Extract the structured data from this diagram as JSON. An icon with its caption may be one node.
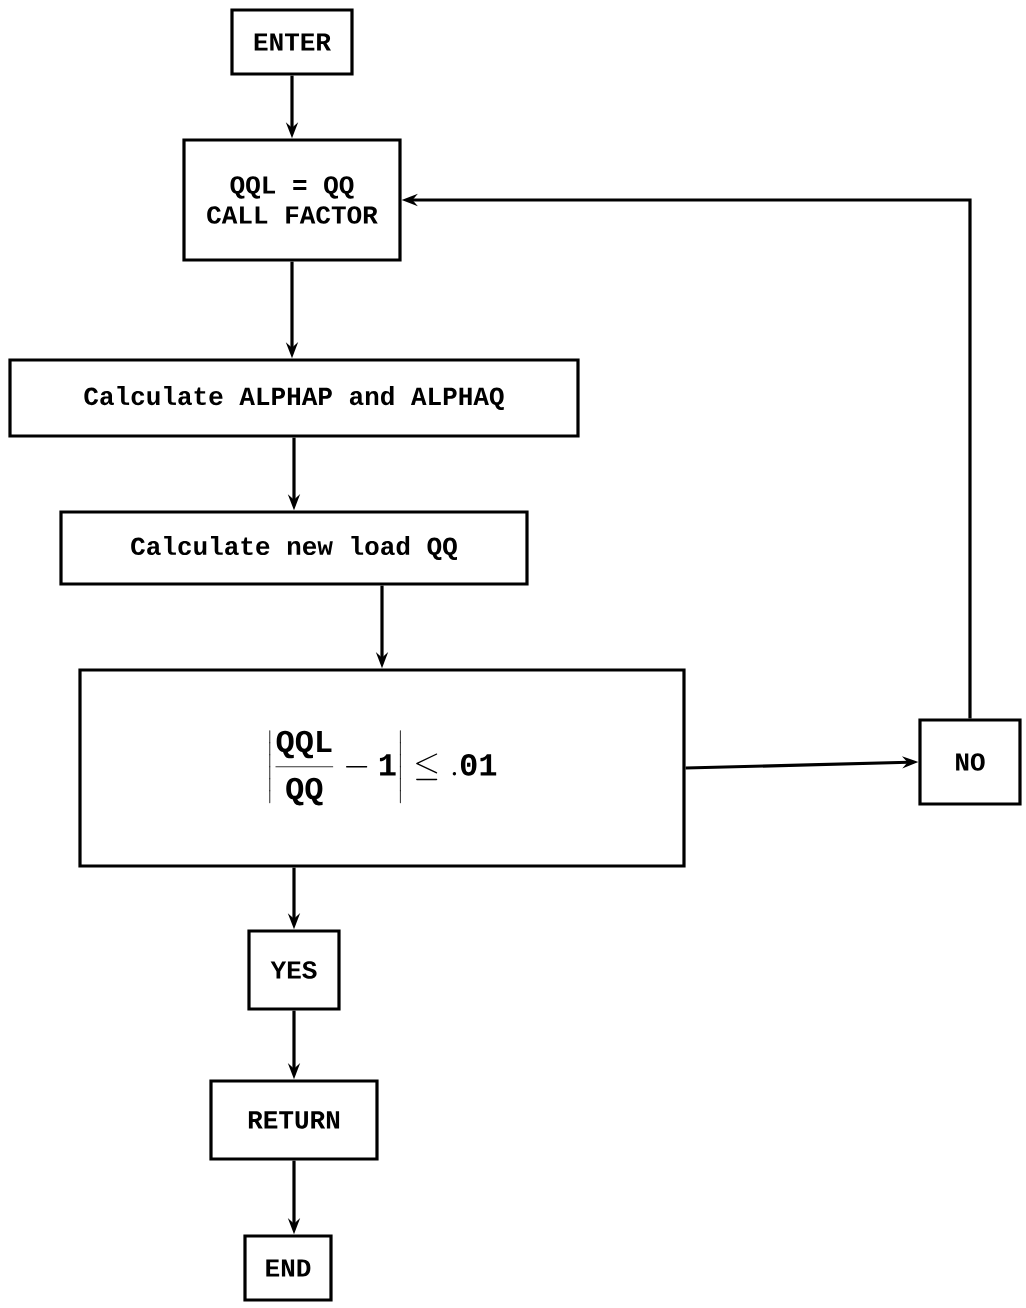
{
  "diagram": {
    "nodes": [
      {
        "text": [
          "ENTER"
        ]
      },
      {
        "text": [
          "QQL = QQ",
          "CALL FACTOR"
        ]
      },
      {
        "text": [
          "Calculate ALPHAP and ALPHAQ"
        ]
      },
      {
        "text": [
          "Calculate new load QQ"
        ]
      },
      {
        "text": [
          "\\left|\\frac{\\mathbf{QQL}}{\\mathbf{QQ}} - \\mathbf{1}\\right| \\leq \\mathbf{.01}"
        ]
      },
      {
        "text": [
          "NO"
        ]
      },
      {
        "text": [
          "YES"
        ]
      },
      {
        "text": [
          "RETURN"
        ]
      },
      {
        "text": [
          "END"
        ]
      }
    ],
    "edges": [
      {
        "from": 0,
        "to": 1,
        "arrow": "to"
      },
      {
        "from": 1,
        "to": 2,
        "arrow": "to"
      },
      {
        "from": 2,
        "to": 3,
        "arrow": "to"
      },
      {
        "from": 3,
        "to": 4,
        "arrow": "to"
      },
      {
        "from": 4,
        "to": 5,
        "arrow": "to"
      },
      {
        "from": 5,
        "to": 1,
        "arrow": "to"
      },
      {
        "from": 4,
        "to": 6,
        "arrow": "to"
      },
      {
        "from": 6,
        "to": 7,
        "arrow": "to"
      },
      {
        "from": 7,
        "to": 8,
        "arrow": "to"
      }
    ]
  }
}
